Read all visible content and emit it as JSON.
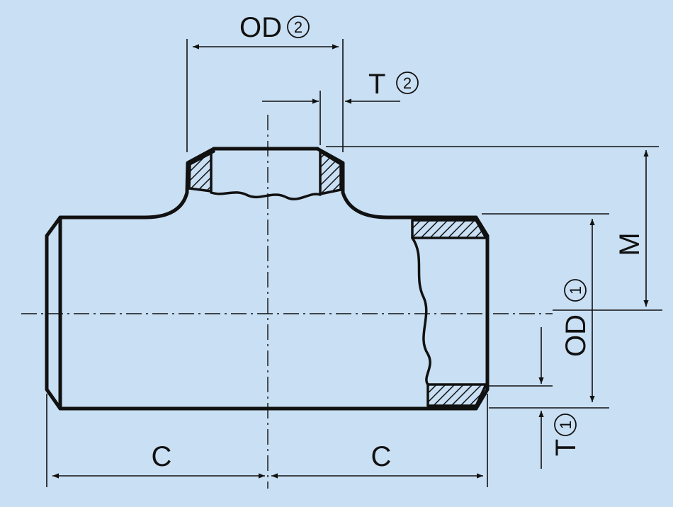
{
  "labels": {
    "od2": {
      "text": "OD",
      "mark": "2"
    },
    "t2": {
      "text": "T",
      "mark": "2"
    },
    "m": {
      "text": "M"
    },
    "od1": {
      "text": "OD",
      "mark": "1"
    },
    "t1": {
      "text": "T",
      "mark": "1"
    },
    "c_left": {
      "text": "C"
    },
    "c_right": {
      "text": "C"
    }
  },
  "colors": {
    "background": "#c9dff3",
    "line": "#111111"
  }
}
